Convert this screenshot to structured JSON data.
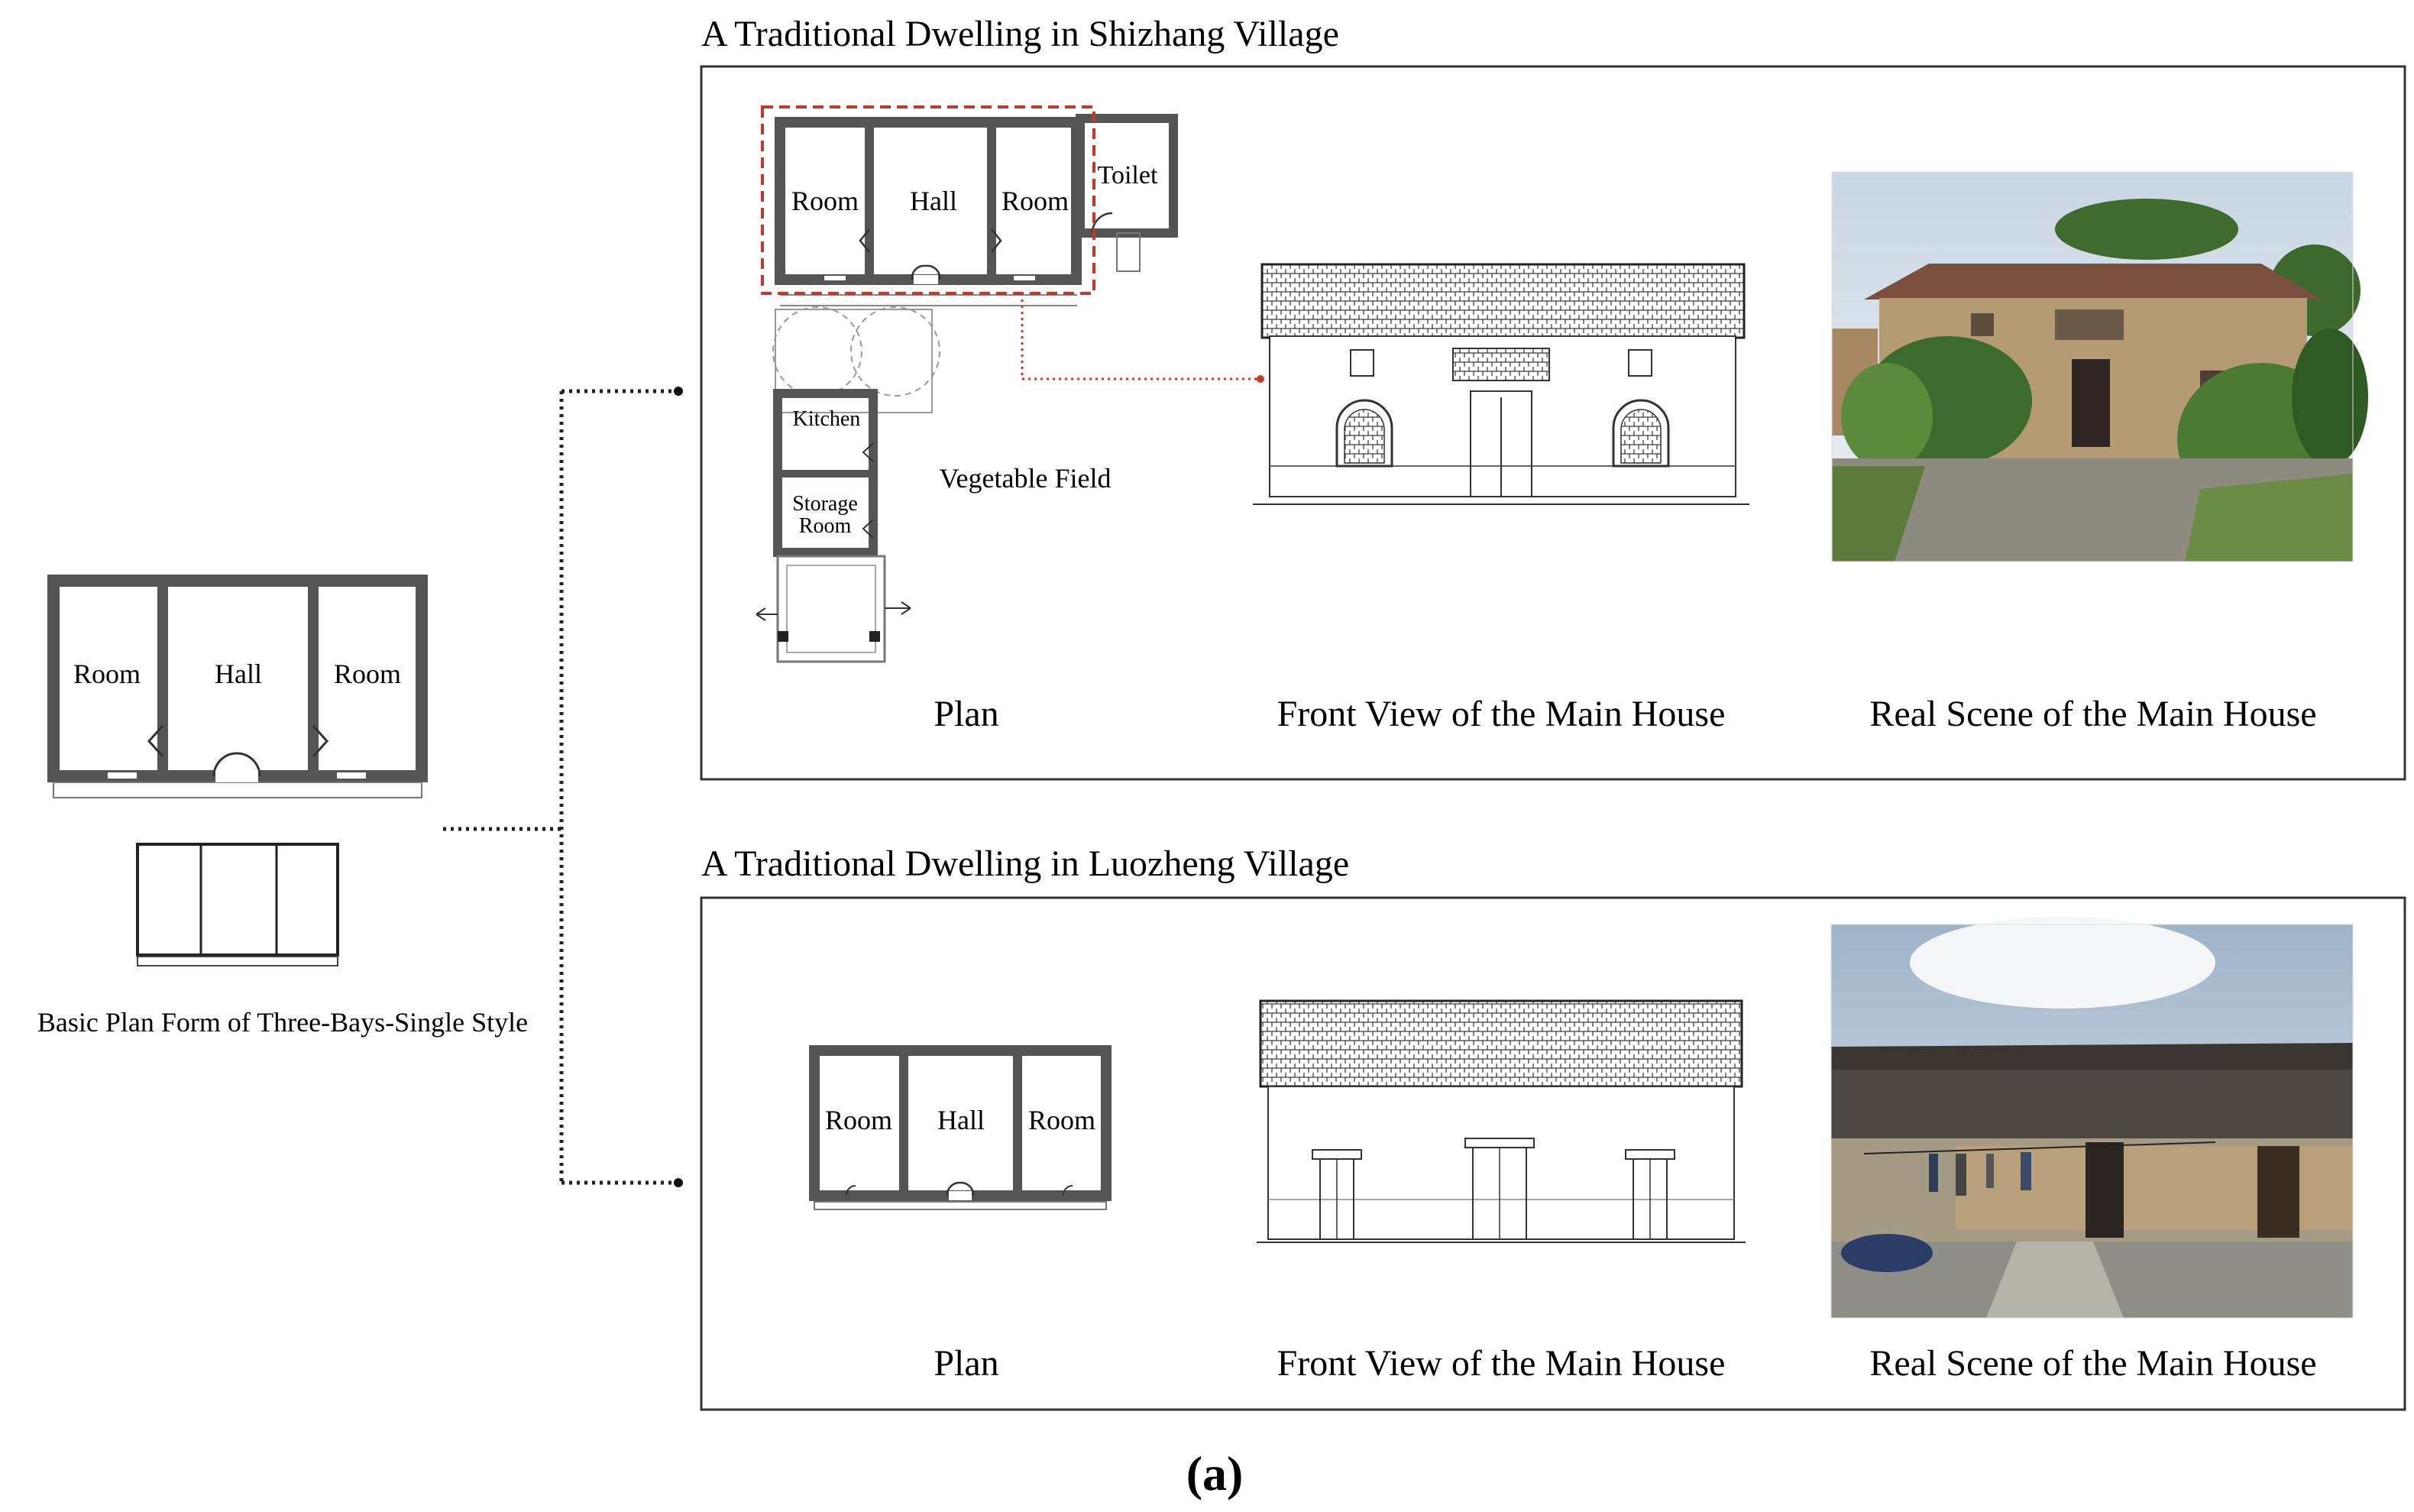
{
  "left": {
    "plan_labels": [
      "Room",
      "Hall",
      "Room"
    ],
    "caption": "Basic Plan Form of Three-Bays-Single Style"
  },
  "panels": [
    {
      "title": "A Traditional Dwelling in Shizhang Village",
      "plan_labels": {
        "room_left": "Room",
        "hall": "Hall",
        "room_right": "Room",
        "toilet": "Toilet",
        "kitchen": "Kitchen",
        "storage_line1": "Storage",
        "storage_line2": "Room",
        "field": "Vegetable Field"
      },
      "captions": [
        "Plan",
        "Front View of the Main House",
        "Real Scene of the Main House"
      ],
      "highlight_color": "#c0392b"
    },
    {
      "title": "A Traditional Dwelling in Luozheng Village",
      "plan_labels": {
        "room_left": "Room",
        "hall": "Hall",
        "room_right": "Room"
      },
      "captions": [
        "Plan",
        "Front View of the Main House",
        "Real Scene of the Main House"
      ]
    }
  ],
  "figure_label": "(a)"
}
